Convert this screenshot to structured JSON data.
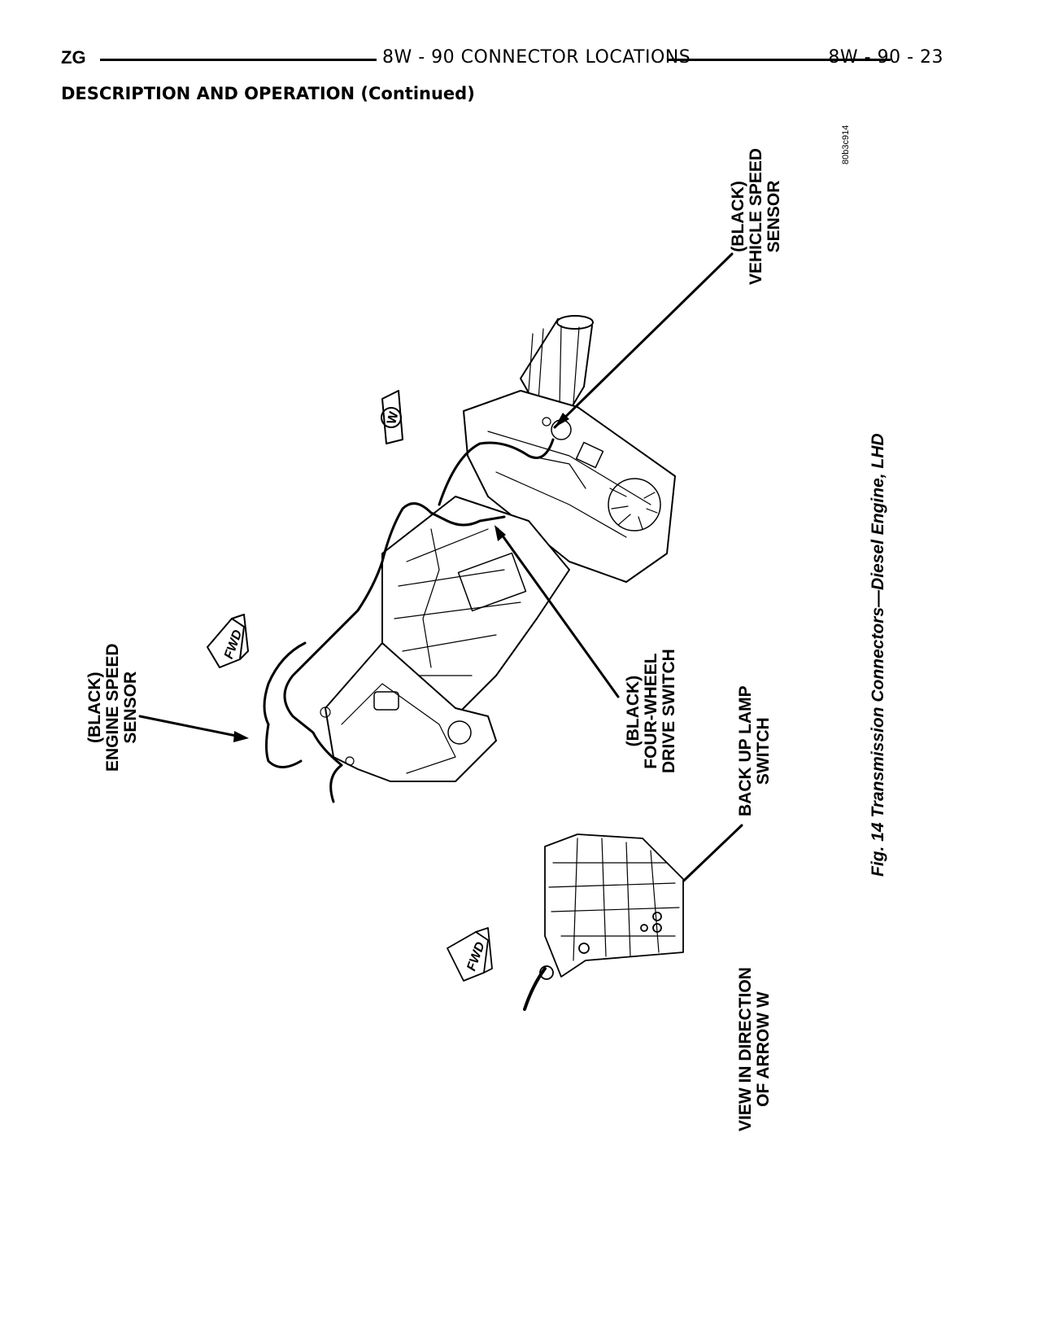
{
  "header": {
    "left": "ZG",
    "center": "8W - 90 CONNECTOR LOCATIONS",
    "right": "8W - 90 - 23"
  },
  "section_title": "DESCRIPTION AND OPERATION (Continued)",
  "figure": {
    "code": "80b3c914",
    "caption": "Fig. 14 Transmission Connectors—Diesel Engine, LHD",
    "labels": {
      "vss": [
        "(BLACK)",
        "VEHICLE SPEED",
        "SENSOR"
      ],
      "ess": [
        "(BLACK)",
        "ENGINE SPEED",
        "SENSOR"
      ],
      "fwd_switch": [
        "(BLACK)",
        "FOUR-WHEEL",
        "DRIVE SWITCH"
      ],
      "backup": [
        "BACK UP LAMP",
        "SWITCH"
      ],
      "view": [
        "VIEW IN DIRECTION",
        "OF ARROW W"
      ]
    },
    "arrow_w": "W",
    "fwd": "FWD"
  }
}
